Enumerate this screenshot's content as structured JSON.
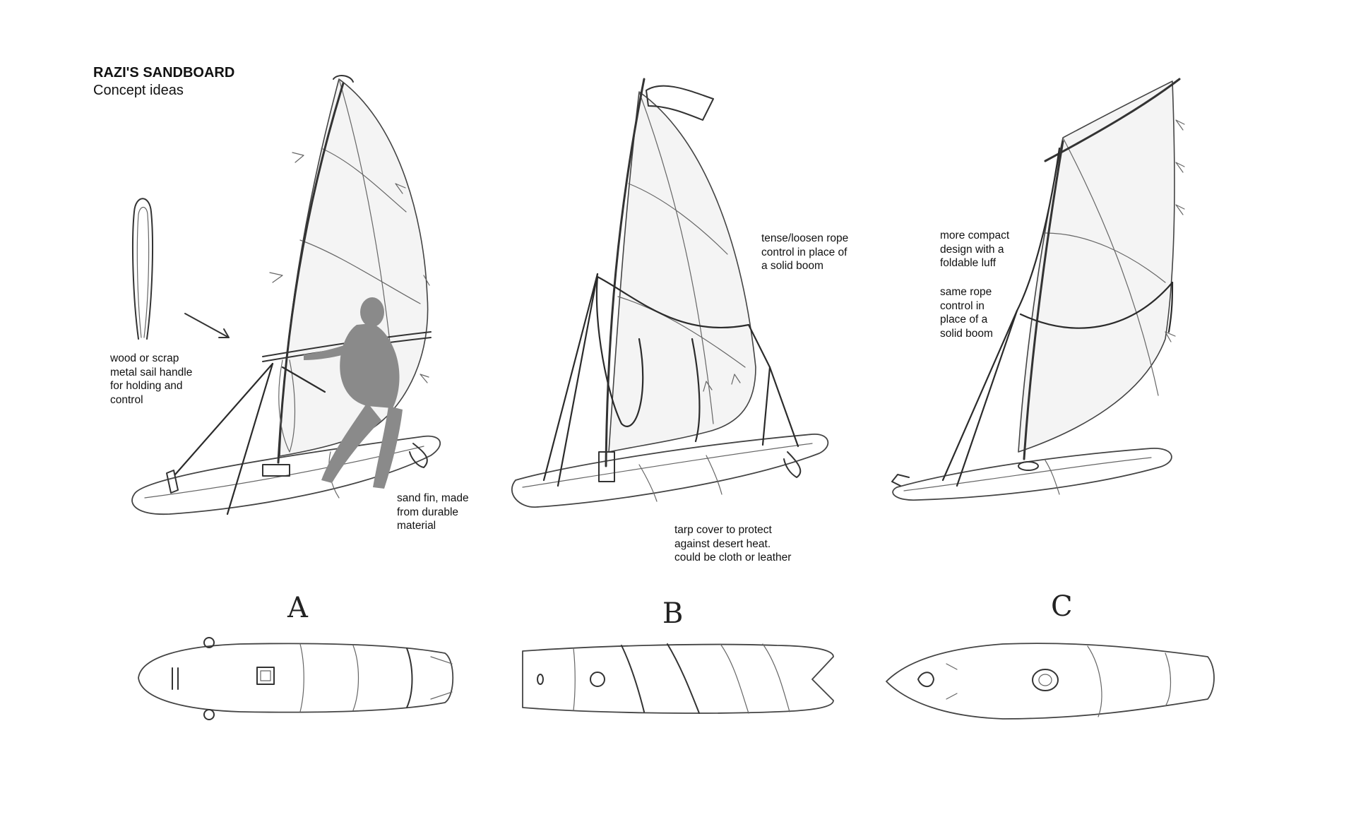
{
  "header": {
    "title": "RAZI'S SANDBOARD",
    "subtitle": "Concept ideas"
  },
  "notes": {
    "handle": "wood or scrap\nmetal sail handle\nfor holding and\ncontrol",
    "fin": "sand fin, made\nfrom durable\nmaterial",
    "rope_control": "tense/loosen rope\ncontrol in place of\na solid boom",
    "tarp": "tarp cover to protect\nagainst desert heat.\ncould be cloth or leather",
    "compact": "more compact\ndesign with a\nfoldable luff",
    "same_rope": "same rope\ncontrol in\nplace of a\nsolid boom"
  },
  "variants": {
    "a": "A",
    "b": "B",
    "c": "C"
  }
}
